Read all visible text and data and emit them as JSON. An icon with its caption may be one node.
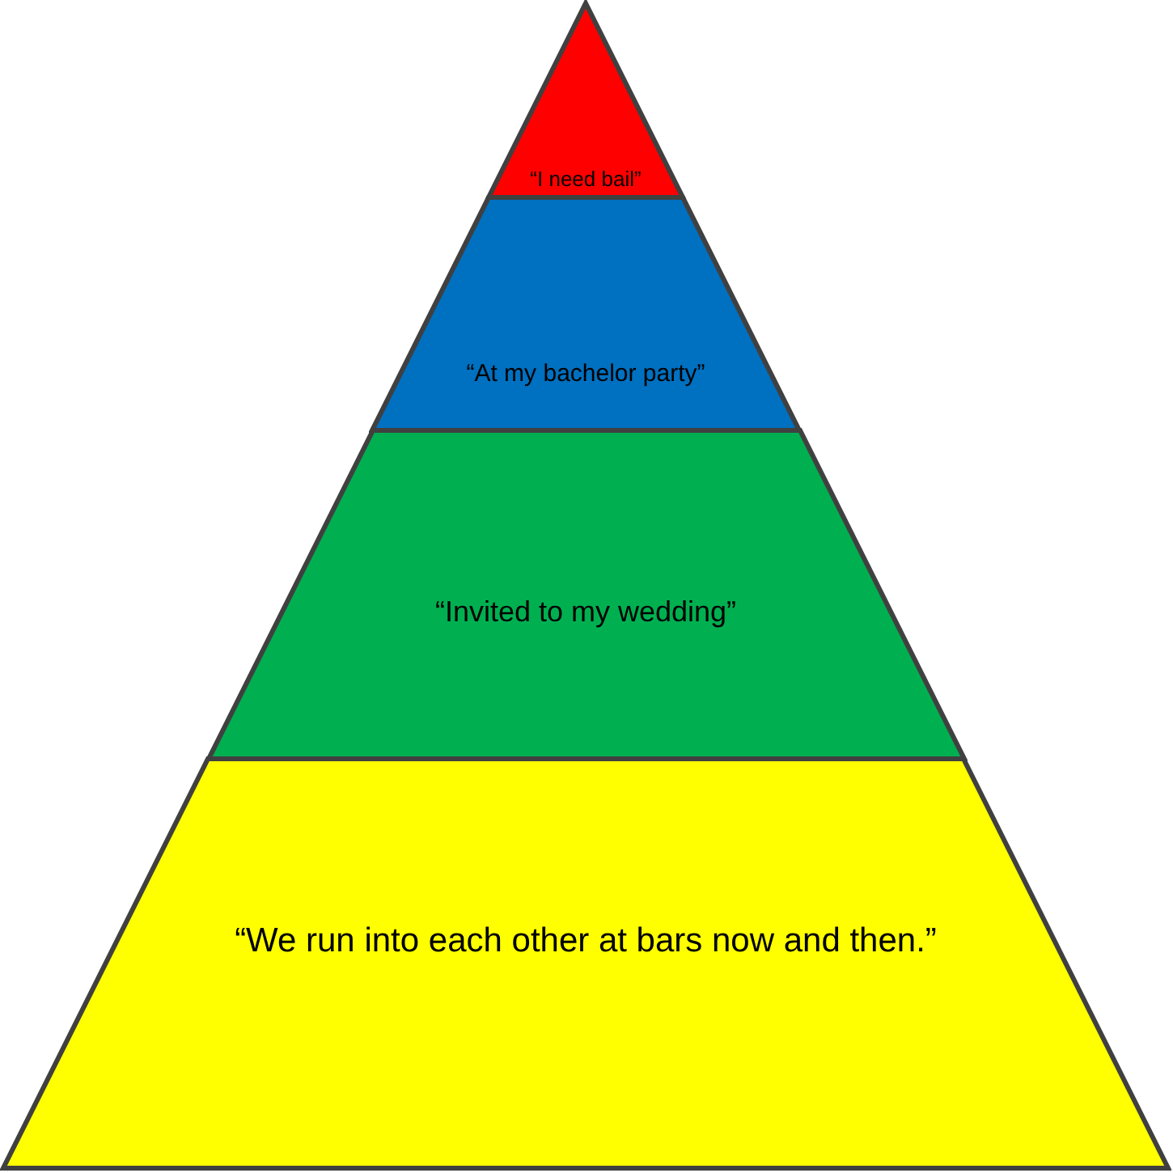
{
  "diagram": {
    "nodes": [
      {
        "text": [
          "“I need bail”"
        ]
      },
      {
        "text": [
          "“At my bachelor party”"
        ]
      },
      {
        "text": [
          "“Invited to my wedding”"
        ]
      },
      {
        "text": [
          "“We run into each other at bars now and then.”"
        ]
      }
    ]
  }
}
